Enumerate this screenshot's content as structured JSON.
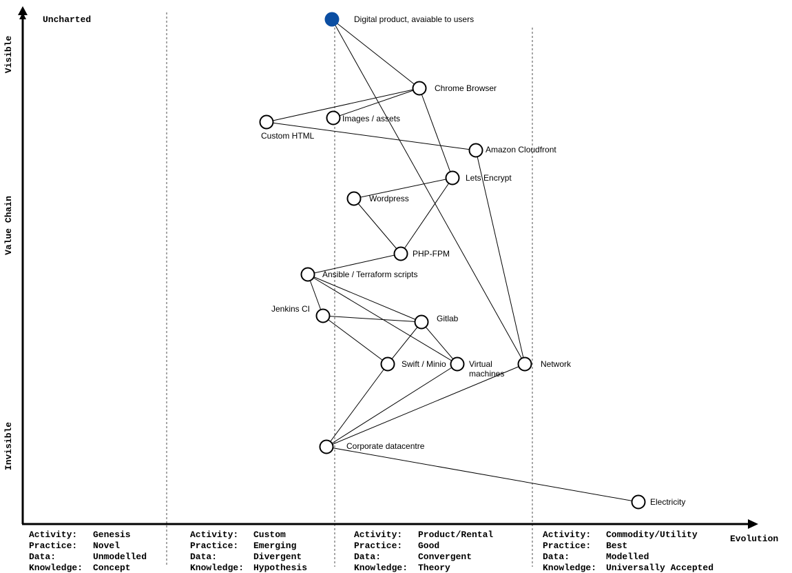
{
  "map": {
    "axes": {
      "y_top_label": "Visible",
      "y_middle_label": "Value Chain",
      "y_bottom_label": "Invisible",
      "x_label": "Evolution"
    },
    "region_label": "Uncharted",
    "stages": [
      {
        "activity_key": "Activity:",
        "activity": "Genesis",
        "practice_key": "Practice:",
        "practice": "Novel",
        "data_key": "Data:",
        "data": "Unmodelled",
        "knowledge_key": "Knowledge:",
        "knowledge": "Concept"
      },
      {
        "activity_key": "Activity:",
        "activity": "Custom",
        "practice_key": "Practice:",
        "practice": "Emerging",
        "data_key": "Data:",
        "data": "Divergent",
        "knowledge_key": "Knowledge:",
        "knowledge": "Hypothesis"
      },
      {
        "activity_key": "Activity:",
        "activity": "Product/Rental",
        "practice_key": "Practice:",
        "practice": "Good",
        "data_key": "Data:",
        "data": "Convergent",
        "knowledge_key": "Knowledge:",
        "knowledge": "Theory"
      },
      {
        "activity_key": "Activity:",
        "activity": "Commodity/Utility",
        "practice_key": "Practice:",
        "practice": "Best",
        "data_key": "Data:",
        "data": "Modelled",
        "knowledge_key": "Knowledge:",
        "knowledge": "Universally Accepted"
      }
    ],
    "colors": {
      "user_need": "#0B4EA2",
      "component_fill": "#ffffff",
      "stroke": "#000000",
      "divider": "#888888"
    },
    "components": [
      {
        "id": "digital",
        "label": "Digital product, avaiable to users",
        "type": "user-need"
      },
      {
        "id": "chrome",
        "label": "Chrome Browser",
        "type": "component"
      },
      {
        "id": "images",
        "label": "Images / assets",
        "type": "component"
      },
      {
        "id": "customhtml",
        "label": "Custom HTML",
        "type": "component"
      },
      {
        "id": "cloudfront",
        "label": "Amazon Cloudfront",
        "type": "component"
      },
      {
        "id": "letsencrypt",
        "label": "Lets Encrypt",
        "type": "component"
      },
      {
        "id": "wordpress",
        "label": "Wordpress",
        "type": "component"
      },
      {
        "id": "phpfpm",
        "label": "PHP-FPM",
        "type": "component"
      },
      {
        "id": "ansible",
        "label": "Ansible / Terraform scripts",
        "type": "component"
      },
      {
        "id": "jenkins",
        "label": "Jenkins CI",
        "type": "component"
      },
      {
        "id": "gitlab",
        "label": "Gitlab",
        "type": "component"
      },
      {
        "id": "swift",
        "label": "Swift / Minio",
        "type": "component"
      },
      {
        "id": "vms",
        "label": "Virtual machines",
        "label_lines": [
          "Virtual",
          "machines"
        ],
        "type": "component"
      },
      {
        "id": "network",
        "label": "Network",
        "type": "component"
      },
      {
        "id": "datacentre",
        "label": "Corporate datacentre",
        "type": "component"
      },
      {
        "id": "electricity",
        "label": "Electricity",
        "type": "component"
      }
    ],
    "dependencies": [
      [
        "digital",
        "chrome"
      ],
      [
        "digital",
        "network"
      ],
      [
        "chrome",
        "customhtml"
      ],
      [
        "chrome",
        "images"
      ],
      [
        "chrome",
        "letsencrypt"
      ],
      [
        "customhtml",
        "cloudfront"
      ],
      [
        "cloudfront",
        "network"
      ],
      [
        "letsencrypt",
        "wordpress"
      ],
      [
        "letsencrypt",
        "phpfpm"
      ],
      [
        "wordpress",
        "phpfpm"
      ],
      [
        "phpfpm",
        "ansible"
      ],
      [
        "ansible",
        "jenkins"
      ],
      [
        "ansible",
        "gitlab"
      ],
      [
        "ansible",
        "vms"
      ],
      [
        "jenkins",
        "gitlab"
      ],
      [
        "jenkins",
        "swift"
      ],
      [
        "gitlab",
        "swift"
      ],
      [
        "gitlab",
        "vms"
      ],
      [
        "swift",
        "datacentre"
      ],
      [
        "vms",
        "datacentre"
      ],
      [
        "network",
        "datacentre"
      ],
      [
        "datacentre",
        "electricity"
      ]
    ]
  }
}
